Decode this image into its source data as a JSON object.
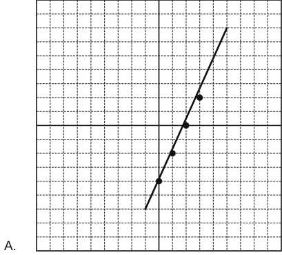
{
  "option_label": "A.",
  "chart_data": {
    "type": "line",
    "grid": true,
    "xlim": [
      -9,
      9
    ],
    "ylim": [
      -9,
      9
    ],
    "points": [
      {
        "x": 0,
        "y": -4
      },
      {
        "x": 1,
        "y": -2
      },
      {
        "x": 2,
        "y": 0
      },
      {
        "x": 3,
        "y": 2
      }
    ],
    "line": {
      "x_start": -1,
      "y_start": -6,
      "x_end": 5,
      "y_end": 7
    }
  }
}
